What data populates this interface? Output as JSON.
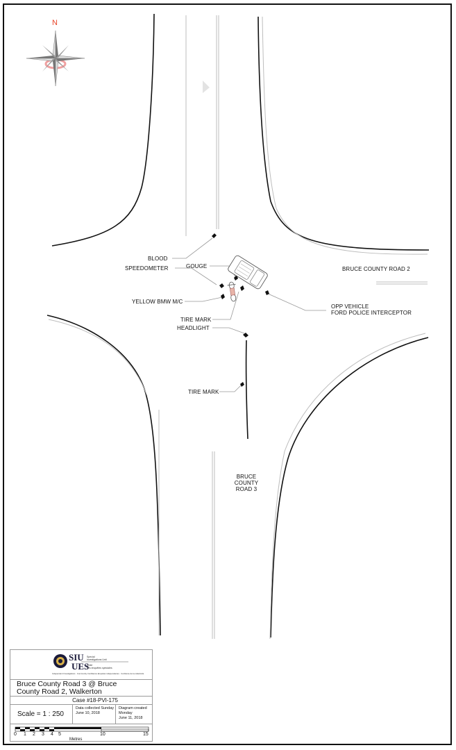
{
  "compass": {
    "north_label": "N",
    "icon": "compass-rose-icon"
  },
  "labels": {
    "blood": "BLOOD",
    "speedometer": "SPEEDOMETER",
    "gouge": "GOUGE",
    "yellow_bmw": "YELLOW BMW M/C",
    "tire_mark_1": "TIRE MARK",
    "headlight": "HEADLIGHT",
    "tire_mark_2": "TIRE MARK",
    "road2": "BRUCE COUNTY ROAD 2",
    "opp_line1": "OPP VEHICLE",
    "opp_line2": "FORD POLICE INTERCEPTOR",
    "road3_line1": "BRUCE",
    "road3_line2": "COUNTY",
    "road3_line3": "ROAD 3"
  },
  "title_block": {
    "logo": {
      "siu": "SIU",
      "ues": "UES",
      "sub_top1": "Special",
      "sub_top2": "Investigations Unit",
      "sub_bottom1": "Unité",
      "sub_bottom2": "des enquêtes spéciales",
      "tagline": "Independent Investigations · Community Confidence   Enquêtes indépendantes · Confiance de la collectivité"
    },
    "title_line1": "Bruce County Road 3 @ Bruce",
    "title_line2": "County Road 2, Walkerton",
    "case": "Case #18-PVI-175",
    "scale": "Scale =  1 : 250",
    "collected_line1": "Data collected Sunday",
    "collected_line2": "June 10, 2018",
    "created_line1": "Diagram created Monday",
    "created_line2": "June 11, 2018",
    "scale_ticks": [
      "0",
      "1",
      "2",
      "3",
      "4",
      "5",
      "10",
      "15"
    ],
    "scale_units": "Metres"
  }
}
